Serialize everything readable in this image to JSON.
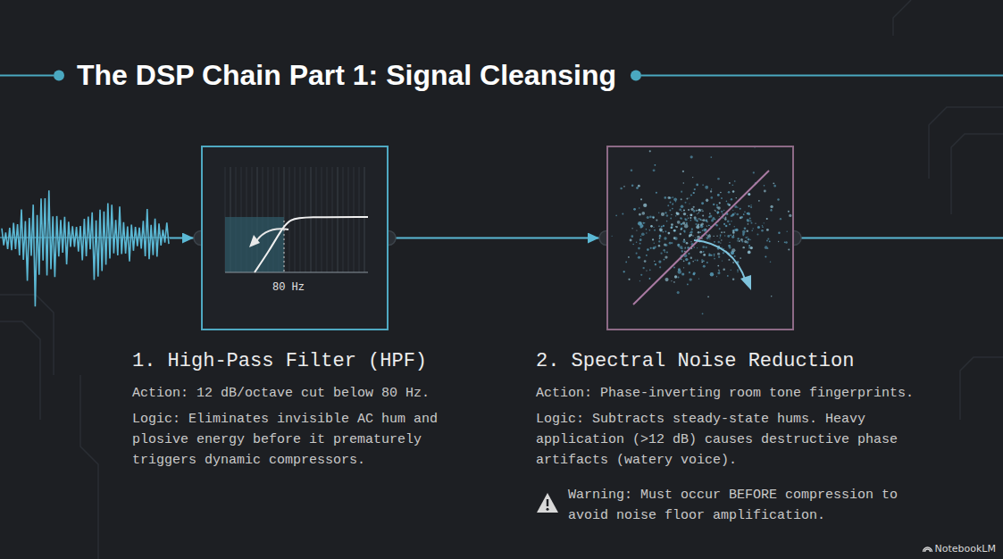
{
  "diagram": {
    "title": "The DSP Chain Part 1: Signal Cleansing",
    "nodes": [
      {
        "text": [
          "80 Hz",
          "1. High-Pass Filter (HPF)",
          "Action: 12 dB/octave cut below 80 Hz.",
          "Logic: Eliminates invisible AC hum and plosive energy before it prematurely triggers dynamic compressors."
        ]
      },
      {
        "text": [
          "2. Spectral Noise Reduction",
          "Action: Phase-inverting room tone fingerprints.",
          "Logic: Subtracts steady-state hums. Heavy application (>12 dB) causes destructive phase artifacts (watery voice).",
          "Warning: Must occur BEFORE compression to avoid noise floor amplification."
        ]
      }
    ],
    "edges": [
      {
        "from": 0,
        "to": 1,
        "arrow": "to"
      }
    ],
    "labels": [
      "NotebookLM"
    ]
  }
}
